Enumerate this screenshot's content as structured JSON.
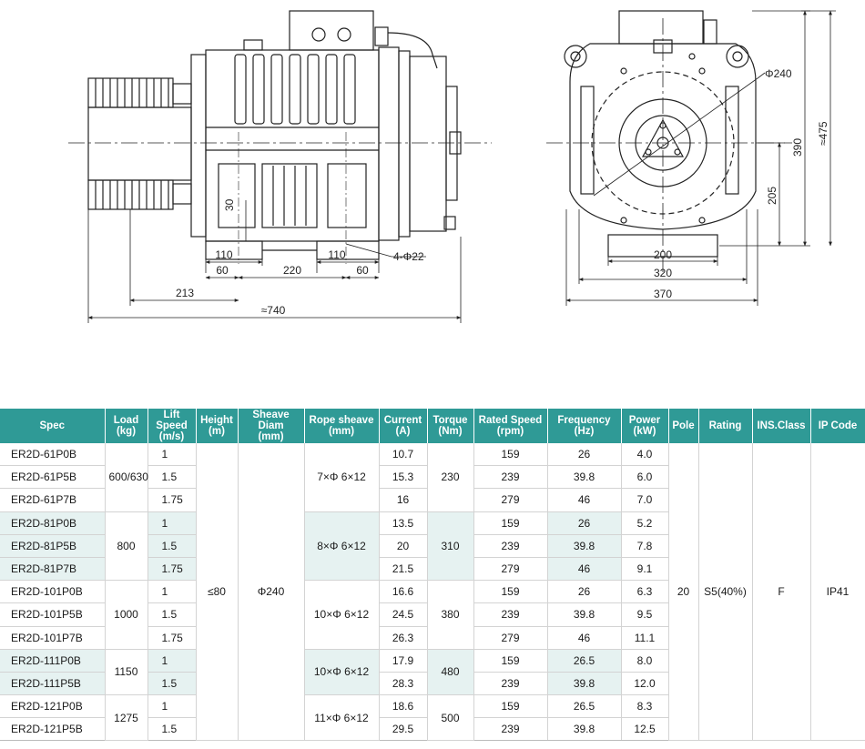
{
  "drawing": {
    "dims": {
      "d30": "30",
      "d110a": "110",
      "d110b": "110",
      "d60a": "60",
      "d220": "220",
      "d60b": "60",
      "d213": "213",
      "d740": "≈740",
      "holes": "4-Φ22",
      "phi240": "Φ240",
      "d390": "390",
      "d475": "≈475",
      "d205": "205",
      "d200": "200",
      "d320": "320",
      "d370": "370"
    }
  },
  "table": {
    "headers": [
      [
        "Spec",
        ""
      ],
      [
        "Load",
        "(kg)"
      ],
      [
        "Lift Speed",
        "(m/s)"
      ],
      [
        "Height",
        "(m)"
      ],
      [
        "Sheave Diam",
        "(mm)"
      ],
      [
        "Rope sheave",
        "(mm)"
      ],
      [
        "Current",
        "(A)"
      ],
      [
        "Torque",
        "(Nm)"
      ],
      [
        "Rated Speed",
        "(rpm)"
      ],
      [
        "Frequency",
        "(Hz)"
      ],
      [
        "Power",
        "(kW)"
      ],
      [
        "Pole",
        ""
      ],
      [
        "Rating",
        ""
      ],
      [
        "INS.Class",
        ""
      ],
      [
        "IP Code",
        ""
      ]
    ],
    "common": {
      "height": "≤80",
      "sheave_diam": "Φ240",
      "pole": "20",
      "rating": "S5(40%)",
      "ins_class": "F",
      "ip_code": "IP41"
    },
    "groups": [
      {
        "load": "600/630",
        "rope": "7×Φ 6×12",
        "torque": "230",
        "rows": [
          {
            "spec": "ER2D-61P0B",
            "speed": "1",
            "current": "10.7",
            "rpm": "159",
            "freq": "26",
            "power": "4.0"
          },
          {
            "spec": "ER2D-61P5B",
            "speed": "1.5",
            "current": "15.3",
            "rpm": "239",
            "freq": "39.8",
            "power": "6.0"
          },
          {
            "spec": "ER2D-61P7B",
            "speed": "1.75",
            "current": "16",
            "rpm": "279",
            "freq": "46",
            "power": "7.0"
          }
        ]
      },
      {
        "load": "800",
        "rope": "8×Φ 6×12",
        "torque": "310",
        "rows": [
          {
            "spec": "ER2D-81P0B",
            "speed": "1",
            "current": "13.5",
            "rpm": "159",
            "freq": "26",
            "power": "5.2"
          },
          {
            "spec": "ER2D-81P5B",
            "speed": "1.5",
            "current": "20",
            "rpm": "239",
            "freq": "39.8",
            "power": "7.8"
          },
          {
            "spec": "ER2D-81P7B",
            "speed": "1.75",
            "current": "21.5",
            "rpm": "279",
            "freq": "46",
            "power": "9.1"
          }
        ]
      },
      {
        "load": "1000",
        "rope": "10×Φ 6×12",
        "torque": "380",
        "rows": [
          {
            "spec": "ER2D-101P0B",
            "speed": "1",
            "current": "16.6",
            "rpm": "159",
            "freq": "26",
            "power": "6.3"
          },
          {
            "spec": "ER2D-101P5B",
            "speed": "1.5",
            "current": "24.5",
            "rpm": "239",
            "freq": "39.8",
            "power": "9.5"
          },
          {
            "spec": "ER2D-101P7B",
            "speed": "1.75",
            "current": "26.3",
            "rpm": "279",
            "freq": "46",
            "power": "11.1"
          }
        ]
      },
      {
        "load": "1150",
        "rope": "10×Φ 6×12",
        "torque": "480",
        "rows": [
          {
            "spec": "ER2D-111P0B",
            "speed": "1",
            "current": "17.9",
            "rpm": "159",
            "freq": "26.5",
            "power": "8.0"
          },
          {
            "spec": "ER2D-111P5B",
            "speed": "1.5",
            "current": "28.3",
            "rpm": "239",
            "freq": "39.8",
            "power": "12.0"
          }
        ]
      },
      {
        "load": "1275",
        "rope": "11×Φ 6×12",
        "torque": "500",
        "rows": [
          {
            "spec": "ER2D-121P0B",
            "speed": "1",
            "current": "18.6",
            "rpm": "159",
            "freq": "26.5",
            "power": "8.3"
          },
          {
            "spec": "ER2D-121P5B",
            "speed": "1.5",
            "current": "29.5",
            "rpm": "239",
            "freq": "39.8",
            "power": "12.5"
          }
        ]
      }
    ]
  }
}
